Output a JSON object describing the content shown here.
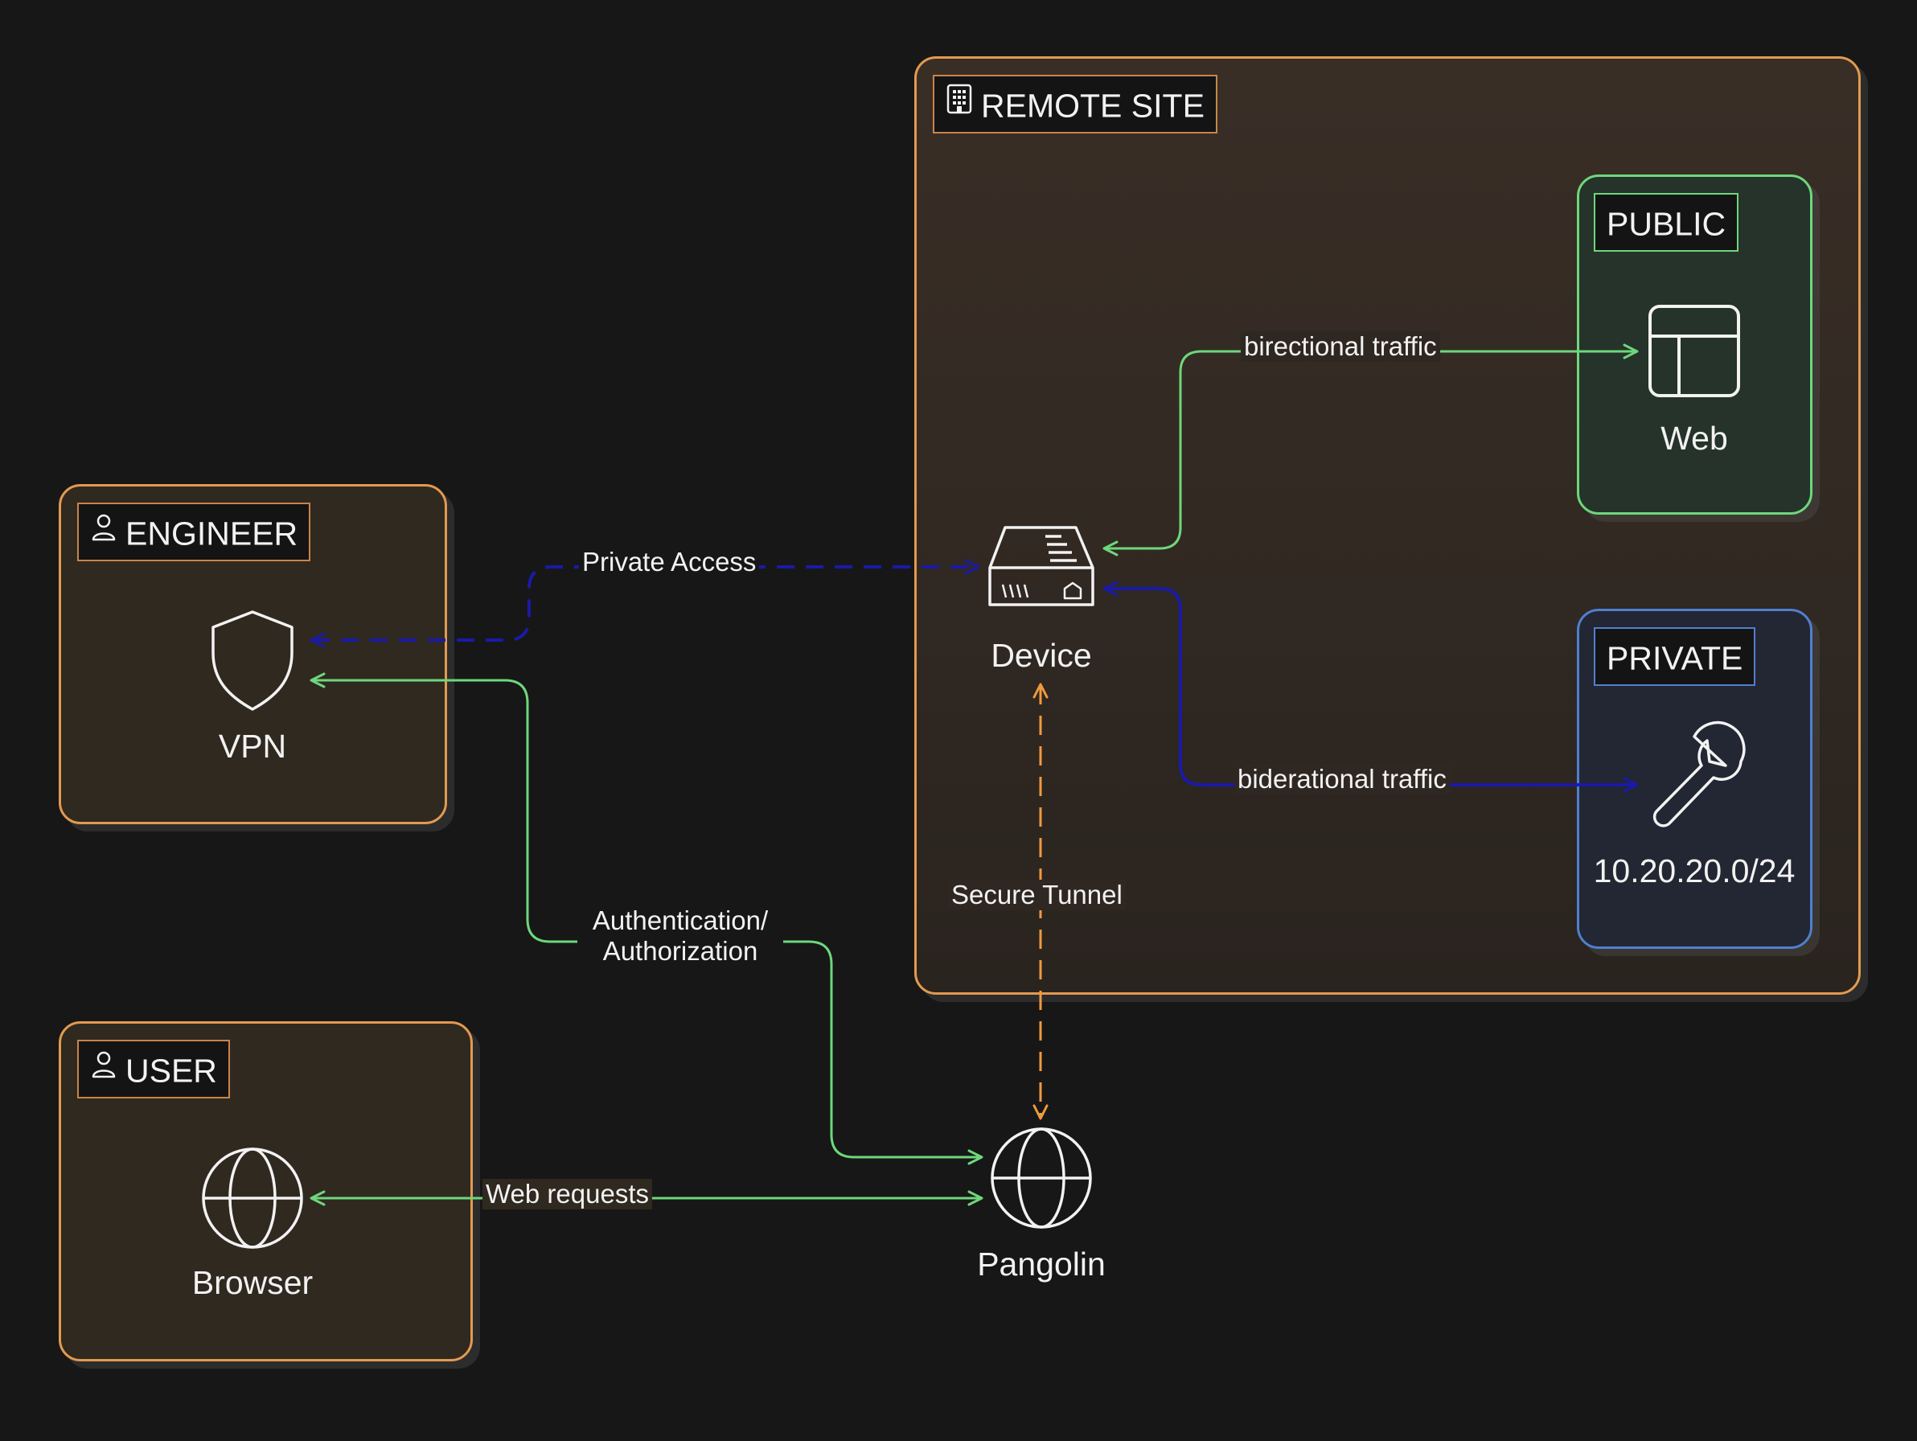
{
  "groups": {
    "engineer": {
      "title": "ENGINEER",
      "icon": "user-icon",
      "node_label": "VPN",
      "node_icon": "shield-icon"
    },
    "user": {
      "title": "USER",
      "icon": "user-icon",
      "node_label": "Browser",
      "node_icon": "globe-icon"
    },
    "remote_site": {
      "title": "REMOTE SITE",
      "icon": "building-icon"
    },
    "public": {
      "title": "PUBLIC",
      "node_label": "Web",
      "node_icon": "web-layout-icon"
    },
    "private": {
      "title": "PRIVATE",
      "node_label": "10.20.20.0/24",
      "node_icon": "wrench-icon"
    }
  },
  "nodes": {
    "device": {
      "label": "Device",
      "icon": "router-icon"
    },
    "pangolin": {
      "label": "Pangolin",
      "icon": "globe-icon"
    }
  },
  "edges": {
    "private_access": "Private Access",
    "auth_line1": "Authentication/",
    "auth_line2": "Authorization",
    "web_requests": "Web requests",
    "secure_tunnel": "Secure Tunnel",
    "public_traffic": "birectional traffic",
    "private_traffic": "biderational traffic"
  },
  "colors": {
    "group_border": "#e39a4f",
    "green_flow": "#6ed77c",
    "blue_flow": "#1a1aa8",
    "tunnel_flow": "#f09a3e",
    "background": "#171717"
  }
}
